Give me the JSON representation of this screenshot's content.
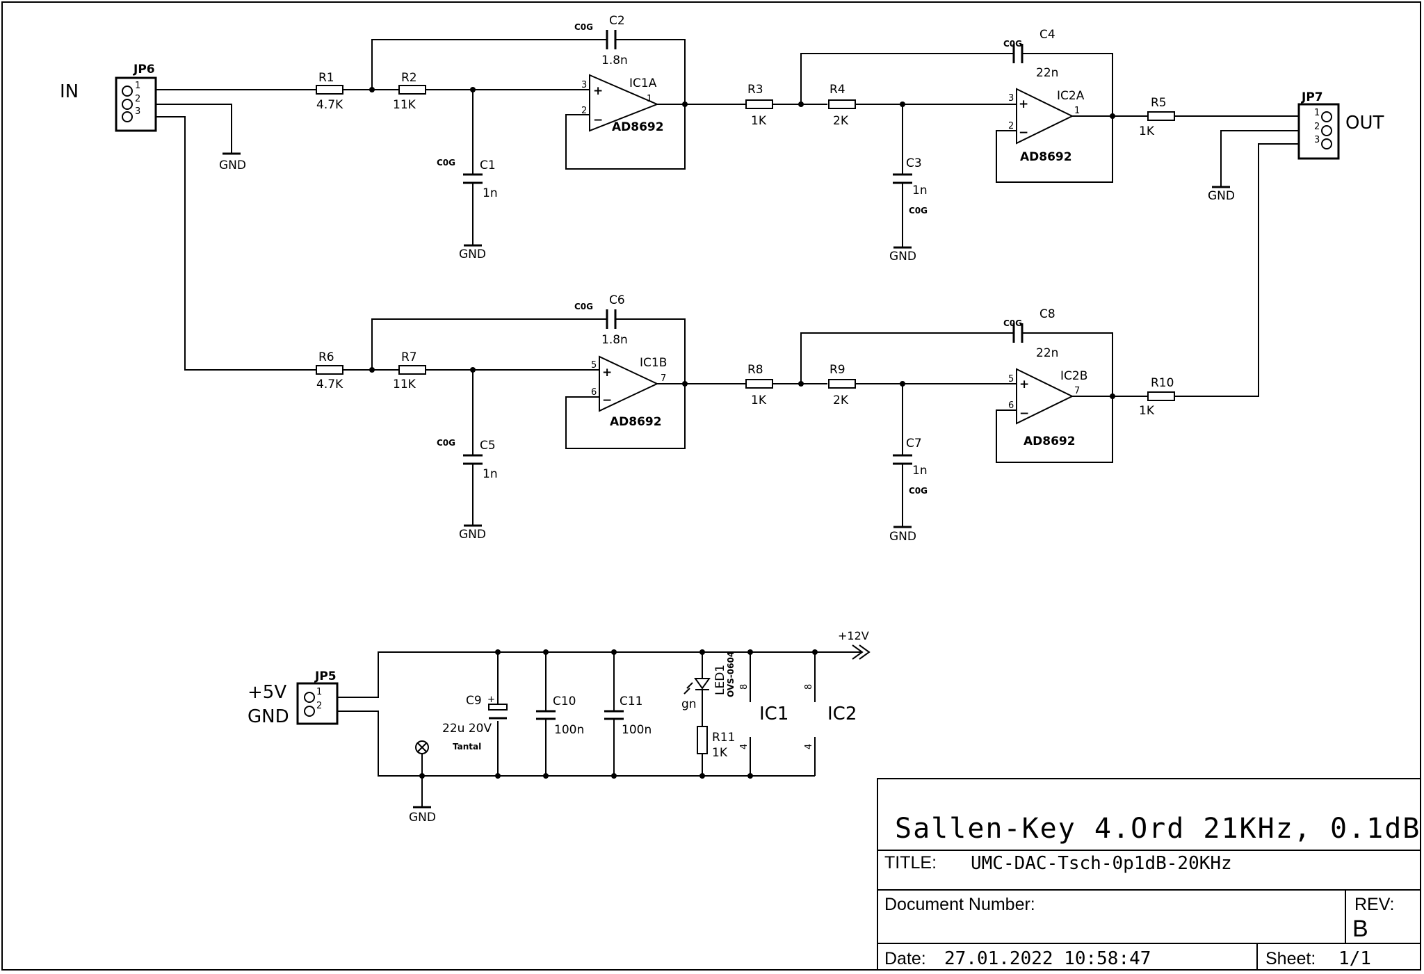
{
  "title_block": {
    "heading": "Sallen-Key 4.Ord 21KHz, 0.1dB",
    "title_label": "TITLE:",
    "title_value": "UMC-DAC-Tsch-0p1dB-20KHz",
    "doc_number_label": "Document Number:",
    "rev_label": "REV:",
    "rev_value": "B",
    "date_label": "Date:",
    "date_value": "27.01.2022 10:58:47",
    "sheet_label": "Sheet:",
    "sheet_value": "1/1"
  },
  "connectors": {
    "in_label": "IN",
    "out_label": "OUT",
    "supply_plus_label": "+5V",
    "supply_gnd_label": "GND",
    "jp6": {
      "name": "JP6",
      "pins": [
        "1",
        "2",
        "3"
      ]
    },
    "jp7": {
      "name": "JP7",
      "pins": [
        "1",
        "2",
        "3"
      ]
    },
    "jp5": {
      "name": "JP5",
      "pins": [
        "1",
        "2"
      ]
    }
  },
  "gnd_label": "GND",
  "rail_label": "+12V",
  "package": "C0G",
  "resistors": {
    "r1": {
      "name": "R1",
      "value": "4.7K"
    },
    "r2": {
      "name": "R2",
      "value": "11K"
    },
    "r3": {
      "name": "R3",
      "value": "1K"
    },
    "r4": {
      "name": "R4",
      "value": "2K"
    },
    "r5": {
      "name": "R5",
      "value": "1K"
    },
    "r6": {
      "name": "R6",
      "value": "4.7K"
    },
    "r7": {
      "name": "R7",
      "value": "11K"
    },
    "r8": {
      "name": "R8",
      "value": "1K"
    },
    "r9": {
      "name": "R9",
      "value": "2K"
    },
    "r10": {
      "name": "R10",
      "value": "1K"
    },
    "r11": {
      "name": "R11",
      "value": "1K"
    }
  },
  "capacitors": {
    "c1": {
      "name": "C1",
      "value": "1n"
    },
    "c2": {
      "name": "C2",
      "value": "1.8n"
    },
    "c3": {
      "name": "C3",
      "value": "1n"
    },
    "c4": {
      "name": "C4",
      "value": "22n"
    },
    "c5": {
      "name": "C5",
      "value": "1n"
    },
    "c6": {
      "name": "C6",
      "value": "1.8n"
    },
    "c7": {
      "name": "C7",
      "value": "1n"
    },
    "c8": {
      "name": "C8",
      "value": "22n"
    },
    "c9": {
      "name": "C9",
      "value": "22u 20V",
      "note": "Tantal",
      "polarity": "+"
    },
    "c10": {
      "name": "C10",
      "value": "100n"
    },
    "c11": {
      "name": "C11",
      "value": "100n"
    }
  },
  "opamps": {
    "ic1a": {
      "name": "IC1A",
      "part": "AD8692",
      "pin_in_plus": "3",
      "pin_in_minus": "2",
      "pin_out": "1"
    },
    "ic2a": {
      "name": "IC2A",
      "part": "AD8692",
      "pin_in_plus": "3",
      "pin_in_minus": "2",
      "pin_out": "1"
    },
    "ic1b": {
      "name": "IC1B",
      "part": "AD8692",
      "pin_in_plus": "5",
      "pin_in_minus": "6",
      "pin_out": "7"
    },
    "ic2b": {
      "name": "IC2B",
      "part": "AD8692",
      "pin_in_plus": "5",
      "pin_in_minus": "6",
      "pin_out": "7"
    },
    "sign_plus": "+",
    "sign_minus": "−"
  },
  "power_pins": {
    "ic1": {
      "name": "IC1",
      "pin_top": "8",
      "pin_bottom": "4"
    },
    "ic2": {
      "name": "IC2",
      "pin_top": "8",
      "pin_bottom": "4"
    }
  },
  "led": {
    "name": "LED1",
    "part": "OVS-0604",
    "color": "gn"
  }
}
